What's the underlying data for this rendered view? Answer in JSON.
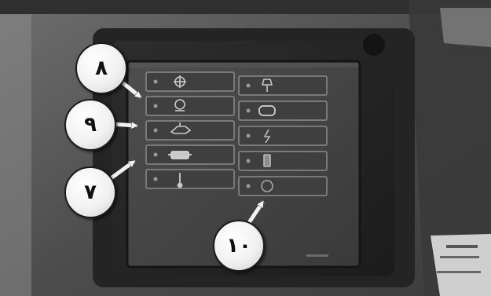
{
  "callouts": [
    {
      "id": "c8",
      "label": "٨"
    },
    {
      "id": "c9",
      "label": "٩"
    },
    {
      "id": "c7",
      "label": "٧"
    },
    {
      "id": "c10",
      "label": "١٠"
    }
  ],
  "panel": {
    "left_lights": [
      {
        "icon": "headlight-icon"
      },
      {
        "icon": "parking-light-icon"
      },
      {
        "icon": "oil-can-icon"
      },
      {
        "icon": "battery-icon"
      },
      {
        "icon": "temperature-icon"
      }
    ],
    "right_lights": [
      {
        "icon": "fuel-pump-icon"
      },
      {
        "icon": "brake-warning-icon"
      },
      {
        "icon": "lightning-icon"
      },
      {
        "icon": "fuel-level-icon"
      },
      {
        "icon": "round-indicator-icon"
      }
    ]
  }
}
